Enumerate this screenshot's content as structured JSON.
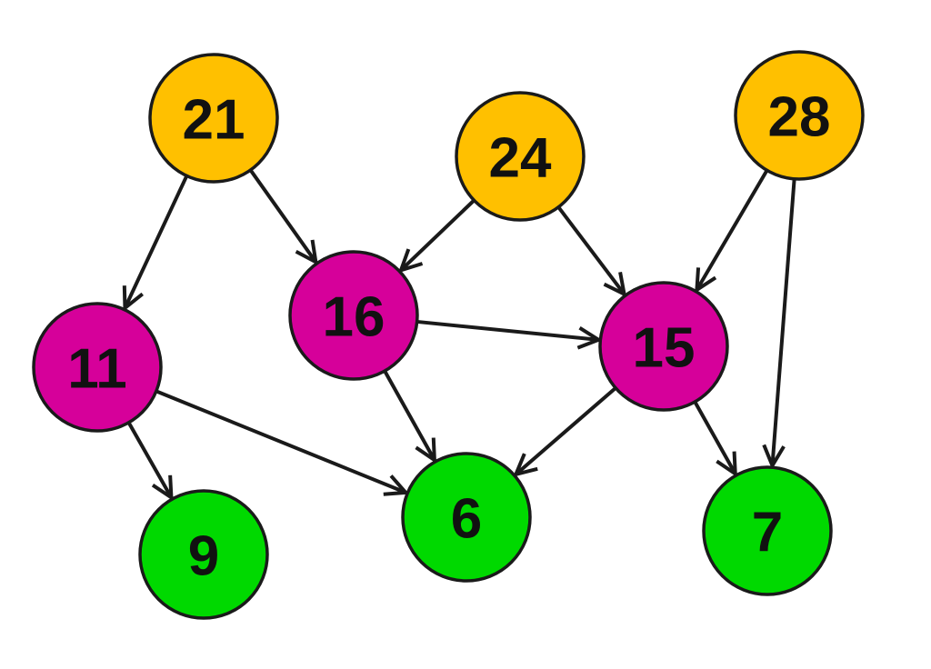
{
  "colors": {
    "source": "#FFC000",
    "middle": "#D6009A",
    "sink": "#00D900",
    "edge": "#1a1a1a",
    "outline": "#1a1a1a",
    "background": "#ffffff"
  },
  "nodes": [
    {
      "id": "n21",
      "label": "21",
      "group": "source"
    },
    {
      "id": "n24",
      "label": "24",
      "group": "source"
    },
    {
      "id": "n28",
      "label": "28",
      "group": "source"
    },
    {
      "id": "n11",
      "label": "11",
      "group": "middle"
    },
    {
      "id": "n16",
      "label": "16",
      "group": "middle"
    },
    {
      "id": "n15",
      "label": "15",
      "group": "middle"
    },
    {
      "id": "n9",
      "label": "9",
      "group": "sink"
    },
    {
      "id": "n6",
      "label": "6",
      "group": "sink"
    },
    {
      "id": "n7",
      "label": "7",
      "group": "sink"
    }
  ],
  "edges": [
    {
      "from": "n21",
      "to": "n11"
    },
    {
      "from": "n21",
      "to": "n16"
    },
    {
      "from": "n24",
      "to": "n16"
    },
    {
      "from": "n24",
      "to": "n15"
    },
    {
      "from": "n28",
      "to": "n15"
    },
    {
      "from": "n28",
      "to": "n7"
    },
    {
      "from": "n16",
      "to": "n15"
    },
    {
      "from": "n16",
      "to": "n6"
    },
    {
      "from": "n11",
      "to": "n6"
    },
    {
      "from": "n11",
      "to": "n9"
    },
    {
      "from": "n15",
      "to": "n6"
    },
    {
      "from": "n15",
      "to": "n7"
    }
  ]
}
